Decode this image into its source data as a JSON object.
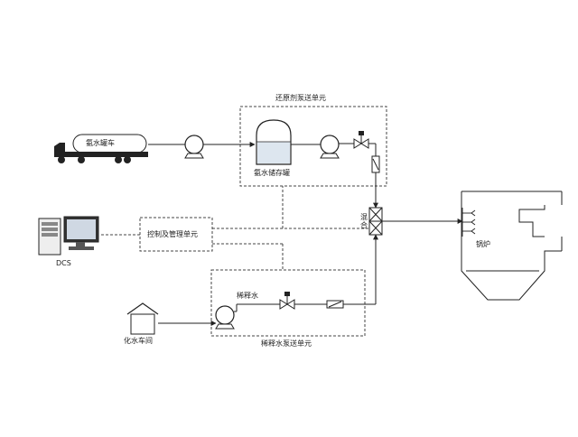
{
  "labels": {
    "reductant_unit": "还原剂泵送单元",
    "ammonia_truck": "氨水罐车",
    "ammonia_tank": "氨水储存罐",
    "control_unit": "控制及管理单元",
    "dcs": "DCS",
    "mixer": "混合",
    "boiler": "锅炉",
    "dilution_water": "稀释水",
    "water_station": "化水车间",
    "dilution_unit": "稀释水泵送单元"
  },
  "colors": {
    "line": "#222222",
    "dash": "#444444",
    "tank_liquid": "#dde6ef"
  }
}
